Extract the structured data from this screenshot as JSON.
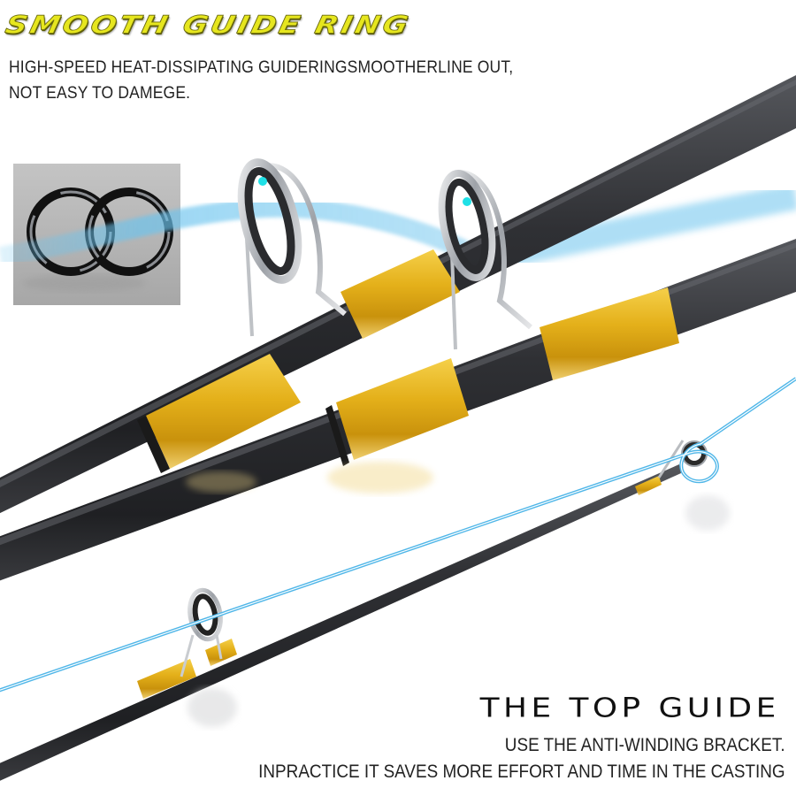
{
  "header": {
    "headline": "SMOOTH  GUIDE RING",
    "description_lines": [
      "HIGH-SPEED HEAT-DISSIPATING GUIDERINGSMOOTHERLINE OUT,",
      "NOT EASY TO DAMEGE."
    ]
  },
  "inset": {
    "icon": "interlocked-rings-icon",
    "background": "#b4b4b4"
  },
  "footer": {
    "title": "THE TOP GUIDE",
    "description_lines": [
      "USE THE ANTI-WINDING BRACKET.",
      "INPRACTICE IT SAVES MORE EFFORT AND TIME IN THE CASTING"
    ]
  },
  "colors": {
    "headline_yellow": "#e6e61e",
    "rod_black": "#2b2c30",
    "wrap_gold": "#e2b21a",
    "line_blue": "#4fb6e8",
    "guide_silver": "#c9ccd0",
    "text_dark": "#222222"
  }
}
